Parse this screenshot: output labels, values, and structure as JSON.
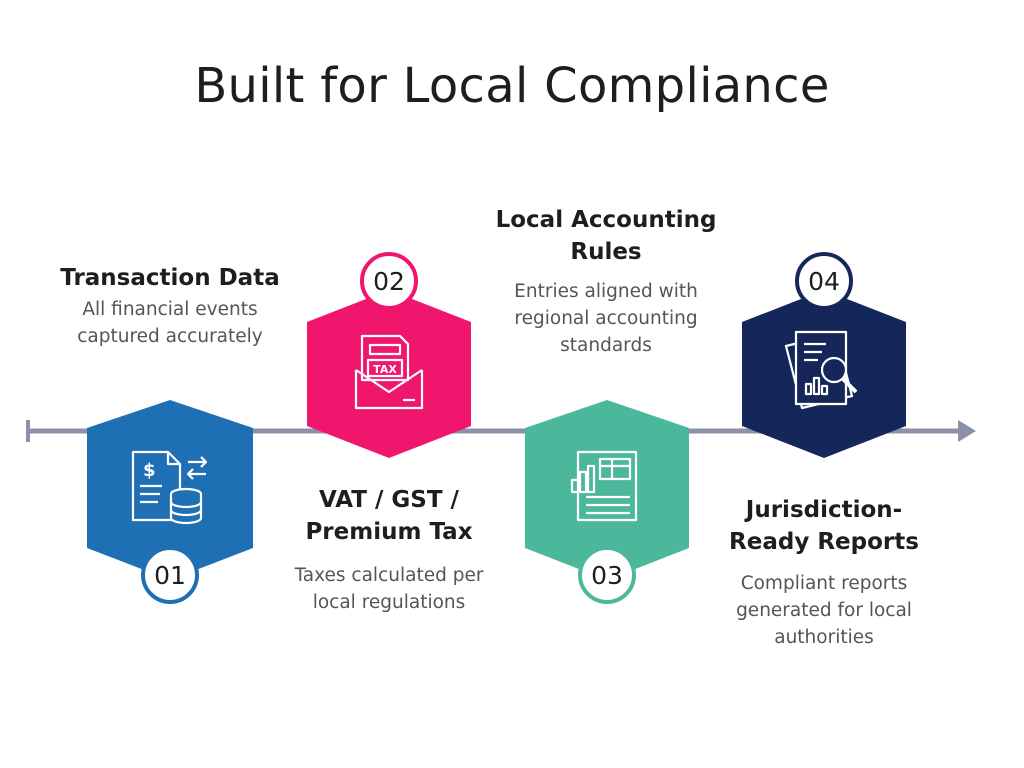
{
  "title": "Built for Local Compliance",
  "colors": {
    "timeline": "#8c90a8",
    "step1": "#1f6fb5",
    "step2": "#f0156d",
    "step3": "#4cb89b",
    "step4": "#15275a"
  },
  "steps": [
    {
      "number": "01",
      "heading": "Transaction Data",
      "description": "All financial events captured accurately",
      "icon": "invoice-database-icon"
    },
    {
      "number": "02",
      "heading": "VAT / GST / Premium Tax",
      "description": "Taxes calculated per local regulations",
      "icon": "tax-envelope-icon"
    },
    {
      "number": "03",
      "heading": "Local Accounting Rules",
      "description": "Entries aligned with regional accounting standards",
      "icon": "spreadsheet-chart-icon"
    },
    {
      "number": "04",
      "heading": "Jurisdiction-Ready Reports",
      "description": "Compliant reports generated for local authorities",
      "icon": "report-magnifier-icon"
    }
  ]
}
